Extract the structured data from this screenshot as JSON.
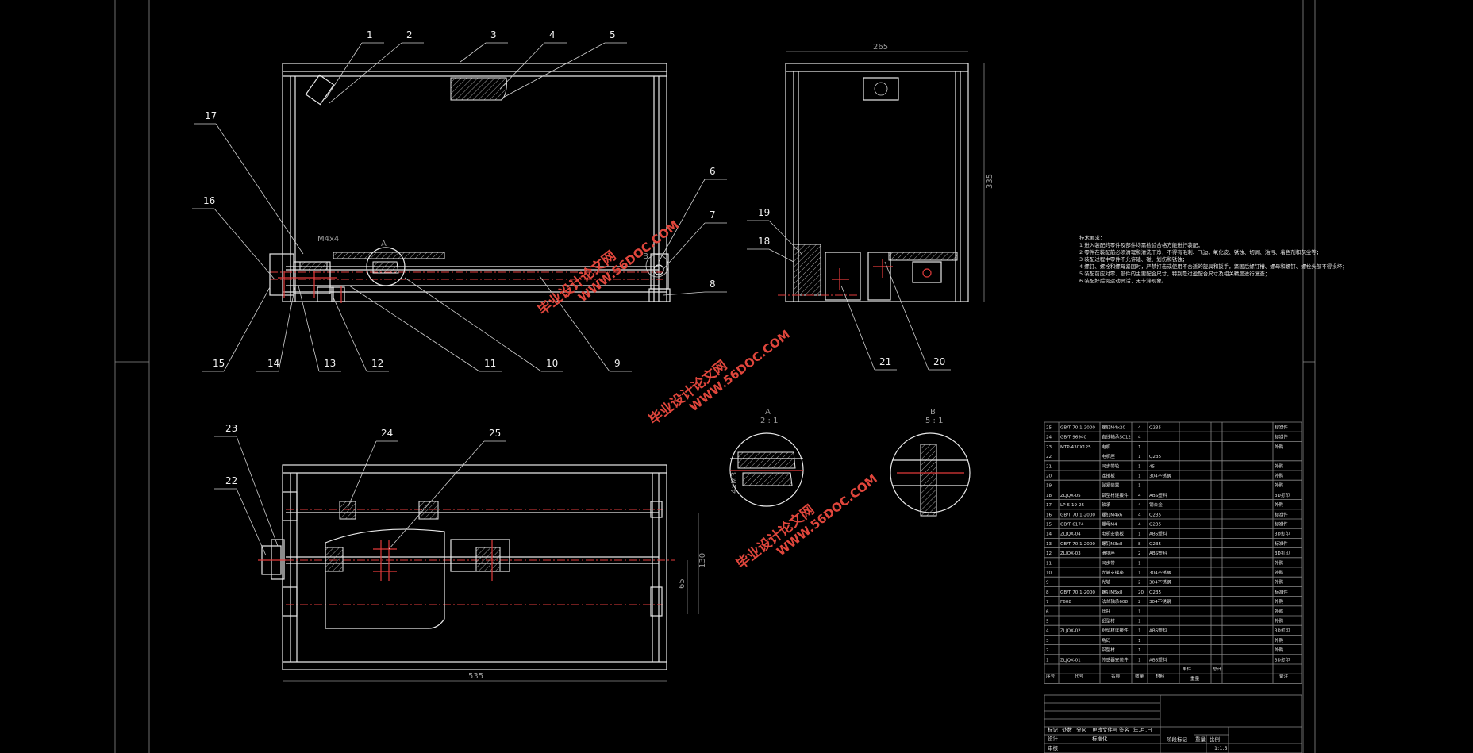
{
  "drawing": {
    "callouts": [
      "1",
      "2",
      "3",
      "4",
      "5",
      "6",
      "7",
      "8",
      "9",
      "10",
      "11",
      "12",
      "13",
      "14",
      "15",
      "16",
      "17",
      "18",
      "19",
      "20",
      "21",
      "22",
      "23",
      "24",
      "25"
    ],
    "dims": {
      "front_thread": "M4x4",
      "side_width": "265",
      "side_height": "335",
      "top_width": "535",
      "top_h130": "130",
      "top_h65": "65",
      "detail_a_title": "A",
      "detail_a_scale": "2 : 1",
      "detail_a_thread": "4xM3",
      "detail_b_title": "B",
      "detail_b_scale": "5 : 1",
      "marker_a": "A",
      "marker_b": "B"
    }
  },
  "watermarks": [
    {
      "line1": "毕业设计论文网",
      "line2": "WWW.56DOC.COM"
    },
    {
      "line1": "毕业设计论文网",
      "line2": "WWW.56DOC.COM"
    },
    {
      "line1": "毕业设计论文网",
      "line2": "WWW.56DOC.COM"
    }
  ],
  "notes": {
    "title": "技术要求：",
    "lines": [
      "1 进入装配的零件及部件均需检验合格方能进行装配；",
      "2 零件在装配前必须清理和清洗干净，不得有毛刺、飞边、氧化皮、锈蚀、切屑、油污、着色剂和灰尘等；",
      "3 装配过程中零件不允许磕、碰、划伤和锈蚀；",
      "4 螺钉、螺栓和螺母紧固时，严禁打击或使用不合适的旋具和扳手，紧固后螺钉槽、螺母和螺钉、螺栓头部不得损坏；",
      "5 装配前应对零、部件的主要配合尺寸，特别是过盈配合尺寸及相关精度进行复查；",
      "6 装配好后需运动灵活、无卡滞现象。"
    ]
  },
  "bom": [
    {
      "no": "25",
      "code": "GB/T 70.1-2000",
      "name": "螺钉M4x20",
      "qty": "4",
      "mat": "Q235",
      "note": "标准件"
    },
    {
      "no": "24",
      "code": "GB/T 96940",
      "name": "直线轴承SC12",
      "qty": "4",
      "mat": "",
      "note": "标准件"
    },
    {
      "no": "23",
      "code": "MTP-430X125",
      "name": "电机",
      "qty": "1",
      "mat": "",
      "note": "外购"
    },
    {
      "no": "22",
      "code": "",
      "name": "电机座",
      "qty": "1",
      "mat": "Q235",
      "note": ""
    },
    {
      "no": "21",
      "code": "",
      "name": "同步带轮",
      "qty": "1",
      "mat": "45",
      "note": "外购"
    },
    {
      "no": "20",
      "code": "",
      "name": "连接板",
      "qty": "1",
      "mat": "304不锈钢",
      "note": "外购"
    },
    {
      "no": "19",
      "code": "",
      "name": "张紧装置",
      "qty": "1",
      "mat": "",
      "note": "外购"
    },
    {
      "no": "18",
      "code": "ZLJQX-05",
      "name": "铝型材连接件",
      "qty": "4",
      "mat": "ABS塑料",
      "note": "3D打印"
    },
    {
      "no": "17",
      "code": "LP-6-19-25",
      "name": "轴承",
      "qty": "4",
      "mat": "钢合金",
      "note": "外购"
    },
    {
      "no": "16",
      "code": "GB/T 70.1-2000",
      "name": "螺钉M4x6",
      "qty": "4",
      "mat": "Q235",
      "note": "标准件"
    },
    {
      "no": "15",
      "code": "GB/T 6174",
      "name": "螺母M4",
      "qty": "4",
      "mat": "Q235",
      "note": "标准件"
    },
    {
      "no": "14",
      "code": "ZLJQX-04",
      "name": "电机安装板",
      "qty": "1",
      "mat": "ABS塑料",
      "note": "3D打印"
    },
    {
      "no": "13",
      "code": "GB/T 70.1-2000",
      "name": "螺钉M3x8",
      "qty": "8",
      "mat": "Q235",
      "note": "标准件"
    },
    {
      "no": "12",
      "code": "ZLJQX-03",
      "name": "滑块座",
      "qty": "2",
      "mat": "ABS塑料",
      "note": "3D打印"
    },
    {
      "no": "11",
      "code": "",
      "name": "同步带",
      "qty": "1",
      "mat": "",
      "note": "外购"
    },
    {
      "no": "10",
      "code": "",
      "name": "光轴支撑座",
      "qty": "1",
      "mat": "304不锈钢",
      "note": "外购"
    },
    {
      "no": "9",
      "code": "",
      "name": "光轴",
      "qty": "2",
      "mat": "304不锈钢",
      "note": "外购"
    },
    {
      "no": "8",
      "code": "GB/T 70.1-2000",
      "name": "螺钉M5x8",
      "qty": "20",
      "mat": "Q235",
      "note": "标准件"
    },
    {
      "no": "7",
      "code": "F608",
      "name": "法兰轴承608",
      "qty": "2",
      "mat": "304不锈钢",
      "note": "外购"
    },
    {
      "no": "6",
      "code": "",
      "name": "丝杆",
      "qty": "1",
      "mat": "",
      "note": "外购"
    },
    {
      "no": "5",
      "code": "",
      "name": "铝型材",
      "qty": "1",
      "mat": "",
      "note": "外购"
    },
    {
      "no": "4",
      "code": "ZLJQX-02",
      "name": "铝型材连接件",
      "qty": "1",
      "mat": "ABS塑料",
      "note": "3D打印"
    },
    {
      "no": "3",
      "code": "",
      "name": "角码",
      "qty": "1",
      "mat": "",
      "note": "外购"
    },
    {
      "no": "2",
      "code": "",
      "name": "铝型材",
      "qty": "1",
      "mat": "",
      "note": "外购"
    },
    {
      "no": "1",
      "code": "ZLJQX-01",
      "name": "传感器安装件",
      "qty": "1",
      "mat": "ABS塑料",
      "note": "3D打印"
    }
  ],
  "bom_header": {
    "no": "序号",
    "code": "代号",
    "name": "名称",
    "qty": "数量",
    "mat": "材料",
    "w1": "单件",
    "w2": "总计",
    "wt": "重量",
    "note": "备注"
  },
  "title_block": {
    "r1": [
      "标记",
      "处数",
      "分区",
      "更改文件号",
      "签名",
      "年.月.日"
    ],
    "r2": [
      "设计",
      "标准化"
    ],
    "r3": [
      "审核"
    ],
    "stage": "阶段标记",
    "weight": "重量",
    "scale": "比例",
    "scale_val": "1:1.5"
  }
}
